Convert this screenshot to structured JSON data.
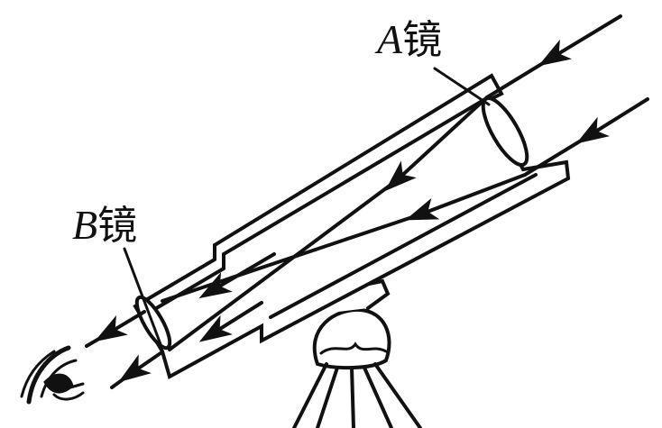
{
  "labels": {
    "mirror_a": {
      "letter": "A",
      "char": "镜"
    },
    "mirror_b": {
      "letter": "B",
      "char": "镜"
    }
  },
  "colors": {
    "ink": "#111111",
    "background": "#ffffff"
  }
}
